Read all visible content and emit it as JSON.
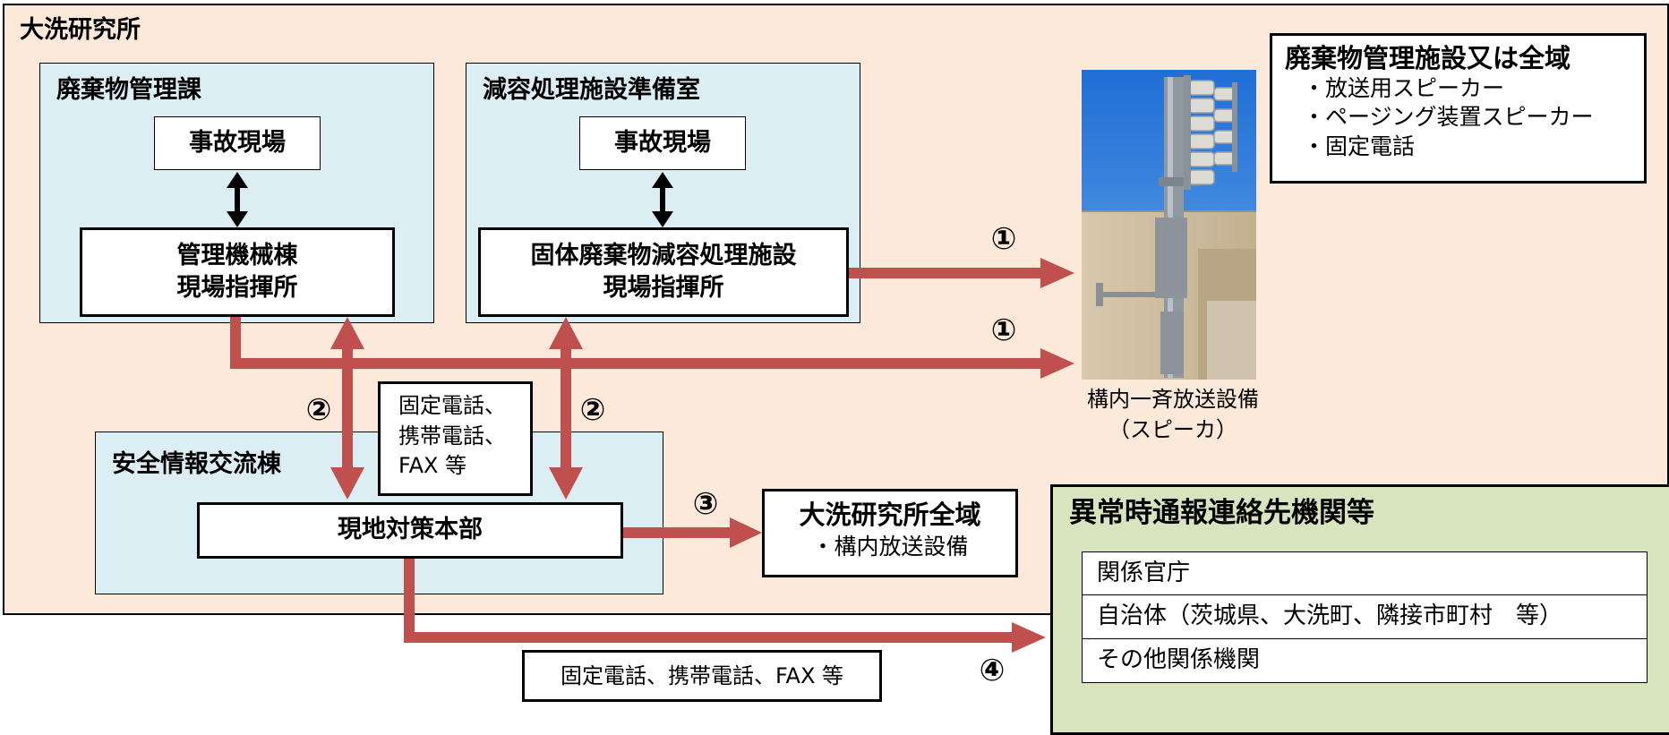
{
  "site": {
    "title": "大洗研究所"
  },
  "dept_waste": {
    "title": "廃棄物管理課",
    "scene": "事故現場",
    "command_line1": "管理機械棟",
    "command_line2": "現場指揮所"
  },
  "dept_reduction": {
    "title": "減容処理施設準備室",
    "scene": "事故現場",
    "command_line1": "固体廃棄物減容処理施設",
    "command_line2": "現場指揮所"
  },
  "safety_building": {
    "title": "安全情報交流棟",
    "hq": "現地対策本部"
  },
  "comm_box": {
    "line1": "固定電話、",
    "line2": "携帯電話、",
    "line3": "FAX 等"
  },
  "labels": {
    "n1a": "①",
    "n1b": "①",
    "n2a": "②",
    "n2b": "②",
    "n3": "③",
    "n4": "④"
  },
  "speaker": {
    "caption_line1": "構内一斉放送設備",
    "caption_line2": "（スピーカ）"
  },
  "site_wide": {
    "title": "大洗研究所全域",
    "item": "・構内放送設備"
  },
  "facility_legend": {
    "title": "廃棄物管理施設又は全域",
    "items": [
      "・放送用スピーカー",
      "・ページング装置スピーカー",
      "・固定電話"
    ]
  },
  "bottom_comm": {
    "label": "固定電話、携帯電話、FAX 等"
  },
  "contacts": {
    "title": "異常時通報連絡先機関等",
    "rows": [
      "関係官庁",
      "自治体（茨城県、大洗町、隣接市町村　等）",
      "その他関係機関"
    ]
  },
  "colors": {
    "region_bg": "#fde9d9",
    "dept_bg": "#dbeef4",
    "contacts_bg": "#d7e4bd",
    "arrow_red": "#c0504d",
    "arrow_black": "#000000"
  }
}
